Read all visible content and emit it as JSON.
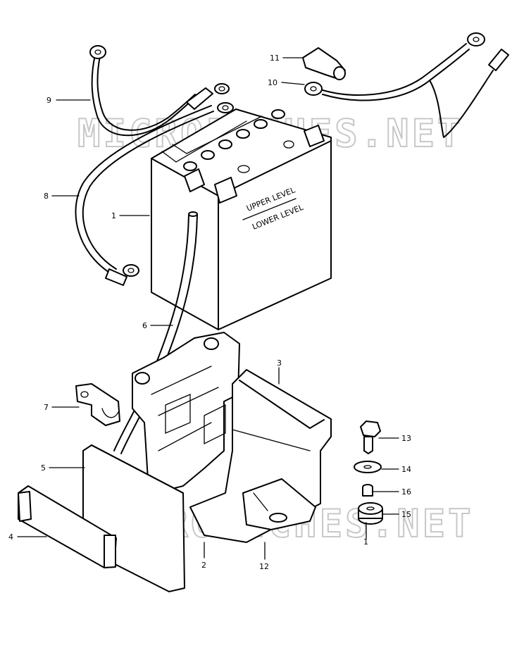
{
  "watermark": "MICROFICHES.NET",
  "battery_label_upper": "UPPER LEVEL",
  "battery_label_lower": "LOWER LEVEL",
  "callouts": {
    "c1": "1",
    "c1b": "1",
    "c2": "2",
    "c3": "3",
    "c4": "4",
    "c5": "5",
    "c6": "6",
    "c7": "7",
    "c8": "8",
    "c9": "9",
    "c10": "10",
    "c11": "11",
    "c12": "12",
    "c13": "13",
    "c14": "14",
    "c15": "15",
    "c16": "16"
  }
}
